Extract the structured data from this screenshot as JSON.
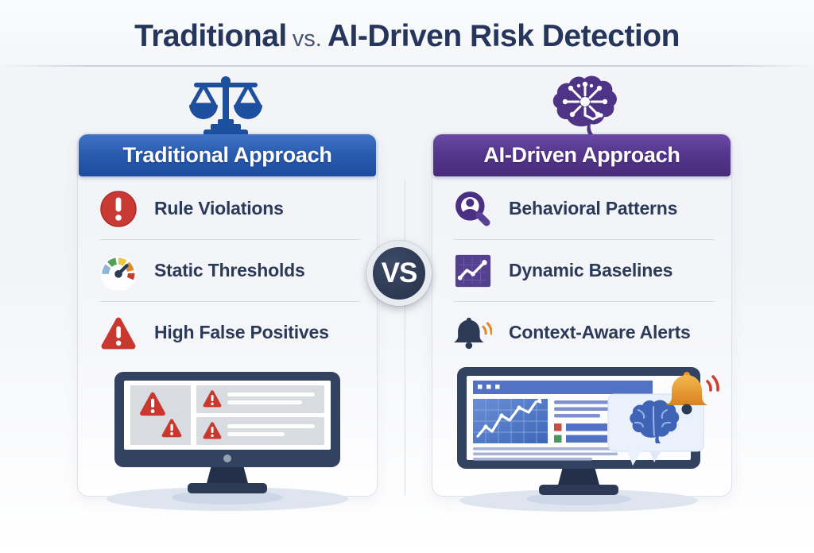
{
  "title": {
    "part1": "Traditional",
    "vs": "vs.",
    "part2": "AI-Driven Risk Detection"
  },
  "vs_badge": "VS",
  "panels": {
    "traditional": {
      "header": "Traditional Approach",
      "header_icon": "scales-of-justice-icon",
      "accent_color": "#1d4f9f",
      "items": [
        {
          "icon": "alert-circle-icon",
          "label": "Rule Violations"
        },
        {
          "icon": "gauge-icon",
          "label": "Static Thresholds"
        },
        {
          "icon": "warning-triangle-icon",
          "label": "High False Positives"
        }
      ],
      "illustration": "monitor-showing-warning-alerts"
    },
    "ai": {
      "header": "AI-Driven Approach",
      "header_icon": "circuit-brain-icon",
      "accent_color": "#4e3387",
      "items": [
        {
          "icon": "user-magnifier-icon",
          "label": "Behavioral Patterns"
        },
        {
          "icon": "trend-chart-icon",
          "label": "Dynamic Baselines"
        },
        {
          "icon": "alert-bell-icon",
          "label": "Context-Aware Alerts"
        }
      ],
      "illustration": "monitor-showing-analytics-brain-and-bell"
    }
  },
  "colors": {
    "title_text": "#25355c",
    "item_text": "#2b3a58",
    "blue_header": "#1d4c9e",
    "purple_header": "#472a78",
    "alert_red": "#c63b32",
    "alert_orange": "#df8a2e",
    "navy": "#2d3a56",
    "badge_navy": "#2f3b55"
  }
}
